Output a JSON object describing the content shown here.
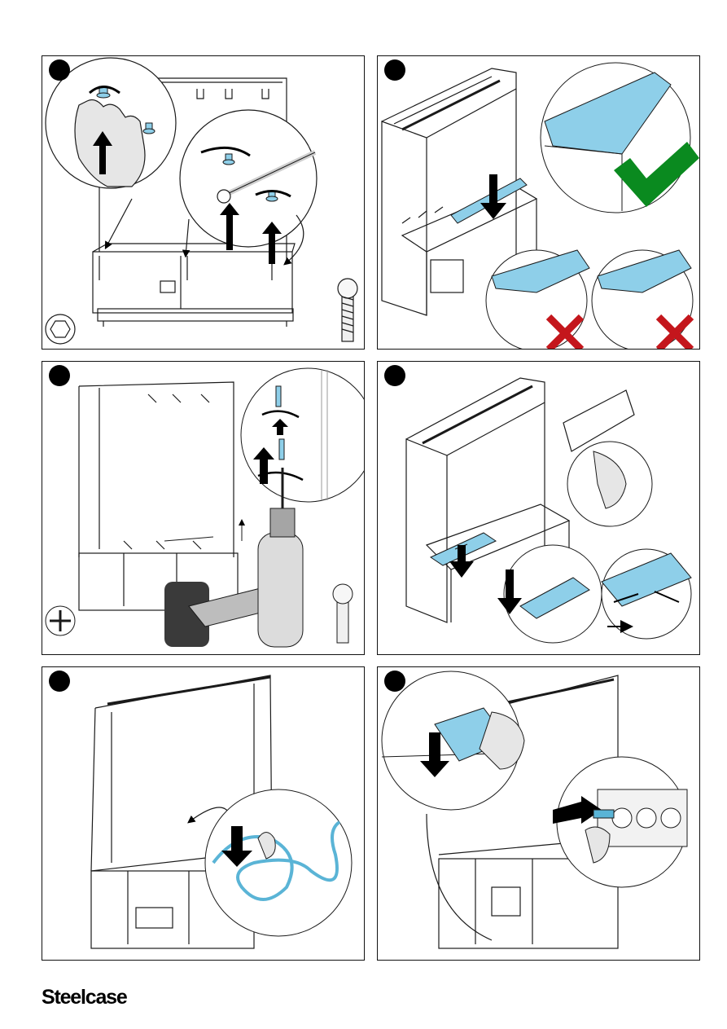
{
  "brand": {
    "name": "Steelcase"
  },
  "colors": {
    "accent_blue": "#8ecfe9",
    "check_green": "#0a8a1f",
    "cross_red": "#c4161c",
    "line": "#1a1a1a"
  },
  "panels": [
    {
      "id": "p1",
      "icon": "hex-bolt-icon"
    },
    {
      "id": "p2",
      "icon": "checkmark-icon"
    },
    {
      "id": "p3",
      "icon": "phillips-screw-icon"
    },
    {
      "id": "p4",
      "icon": "gap-arrows-icon"
    },
    {
      "id": "p5",
      "icon": "cable-icon"
    },
    {
      "id": "p6",
      "icon": "power-socket-icon"
    }
  ]
}
